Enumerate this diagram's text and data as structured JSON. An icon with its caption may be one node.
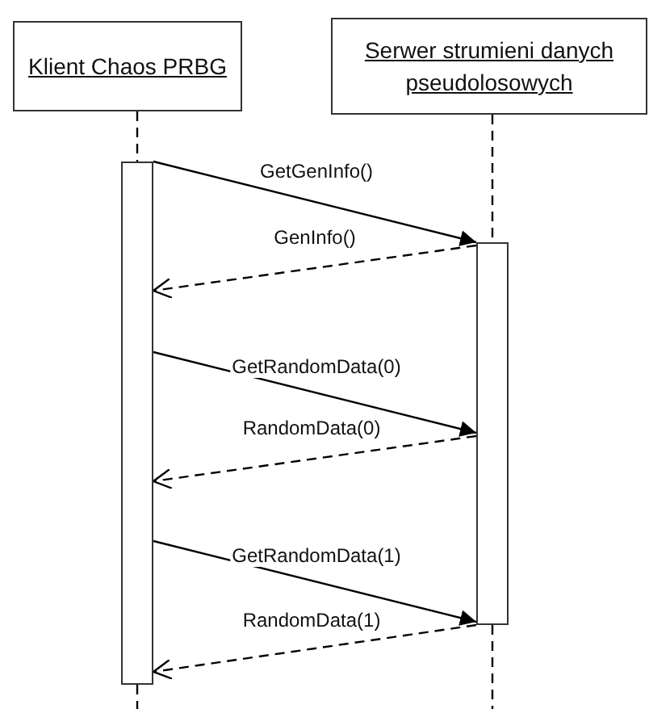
{
  "diagram": {
    "nodes": [
      {
        "text": [
          "Klient Chaos PRBG"
        ]
      },
      {
        "text": [
          "Serwer strumieni danych pseudolosowych"
        ]
      },
      {
        "text": [],
        "shape": "bar"
      },
      {
        "text": [],
        "shape": "bar"
      }
    ],
    "edges": [
      {
        "from": 2,
        "to": 3,
        "arrow": "to",
        "label": "GetGenInfo()"
      },
      {
        "from": 3,
        "to": 2,
        "arrow": "to",
        "label": "GenInfo()",
        "style": "dashed"
      },
      {
        "from": 2,
        "to": 3,
        "arrow": "to",
        "label": "GetRandomData(0)"
      },
      {
        "from": 3,
        "to": 2,
        "arrow": "to",
        "label": "RandomData(0)",
        "style": "dashed"
      },
      {
        "from": 2,
        "to": 3,
        "arrow": "to",
        "label": "GetRandomData(1)"
      },
      {
        "from": 3,
        "to": 2,
        "arrow": "to",
        "label": "RandomData(1)",
        "style": "dashed"
      },
      {
        "from": 0,
        "to": 2,
        "arrow": "none",
        "style": "dashed"
      },
      {
        "from": 1,
        "to": 3,
        "arrow": "none",
        "style": "dashed"
      },
      {
        "from": 2,
        "to": null,
        "arrow": "none",
        "style": "dashed"
      },
      {
        "from": 3,
        "to": null,
        "arrow": "none",
        "style": "dashed"
      }
    ]
  }
}
